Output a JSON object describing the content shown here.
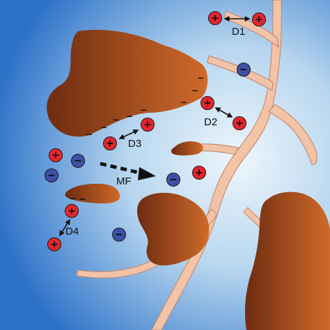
{
  "figure": {
    "labels": {
      "d1": "D1",
      "d2": "D2",
      "d3": "D3",
      "d4": "D4",
      "mf": "MF"
    },
    "signs": {
      "positive": "+",
      "negative": "−",
      "surface": "–"
    },
    "colors": {
      "background_light": "#eef6fc",
      "background_dark": "#2d72c8",
      "particle_light": "#cf6a2a",
      "particle_dark": "#6e2c10",
      "root": "#f3c3a7",
      "root_outline": "#c38e73",
      "cation": "#e5252d",
      "anion": "#3d4fa6",
      "outline": "#1a1a1a"
    },
    "icons": [
      "cation-icon",
      "anion-icon",
      "double-arrow-icon",
      "dashed-arrow-icon"
    ]
  }
}
